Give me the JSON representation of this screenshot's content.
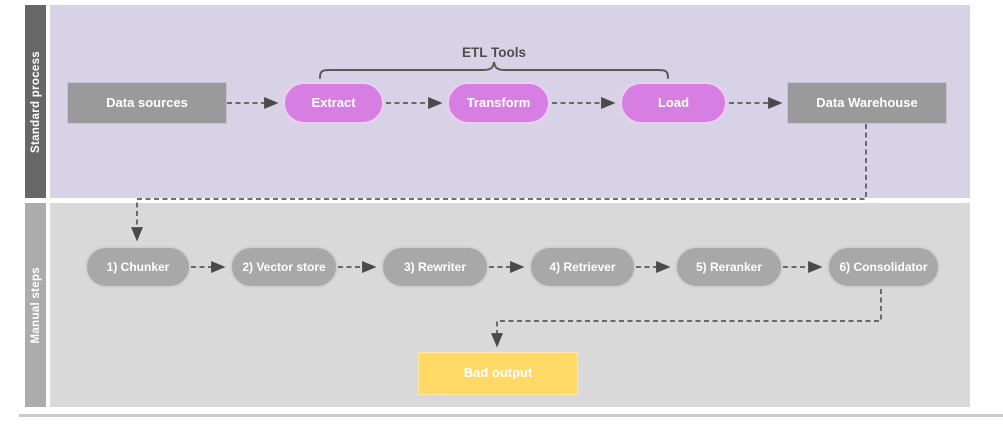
{
  "diagram": {
    "group": {
      "label": "ETL Tools"
    },
    "lanes": [
      {
        "label": "Standard process"
      },
      {
        "label": "Manual steps"
      }
    ],
    "nodes": {
      "data_sources": {
        "label": "Data sources"
      },
      "extract": {
        "label": "Extract"
      },
      "transform": {
        "label": "Transform"
      },
      "load": {
        "label": "Load"
      },
      "data_warehouse": {
        "label": "Data Warehouse"
      },
      "chunker": {
        "label": "1) Chunker"
      },
      "vector_store": {
        "label": "2) Vector store"
      },
      "rewriter": {
        "label": "3) Rewriter"
      },
      "retriever": {
        "label": "4) Retriever"
      },
      "reranker": {
        "label": "5) Reranker"
      },
      "consolidator": {
        "label": "6) Consolidator"
      },
      "bad_output": {
        "label": "Bad output"
      }
    },
    "colors": {
      "lane1_background": "#d8d2e7",
      "lane2_background": "#d9d9d9",
      "lane1_tab": "#676767",
      "lane2_tab": "#acacac",
      "etl_pill": "#d77ee3",
      "gray_box": "#9a9a9a",
      "manual_pill": "#a8a8a8",
      "bad_output_box": "#ffd966",
      "connector": "#595959",
      "label_text": "#4d4d4d"
    }
  }
}
